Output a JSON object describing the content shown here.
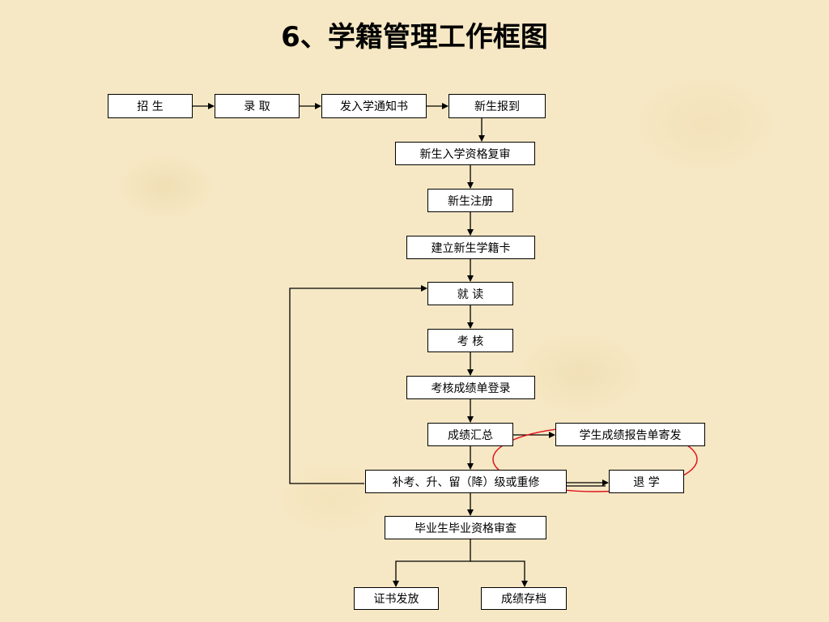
{
  "title": "6、学籍管理工作框图",
  "nodes": {
    "enroll": "招  生",
    "admit": "录  取",
    "notice": "发入学通知书",
    "report": "新生报到",
    "review": "新生入学资格复审",
    "register": "新生注册",
    "card": "建立新生学籍卡",
    "study": "就  读",
    "exam": "考  核",
    "grade_entry": "考核成绩单登录",
    "summary": "成绩汇总",
    "mail_report": "学生成绩报告单寄发",
    "makeup": "补考、升、留（降）级或重修",
    "withdraw": "退  学",
    "grad_check": "毕业生毕业资格审查",
    "certificate": "证书发放",
    "archive": "成绩存档"
  },
  "colors": {
    "background": "#f6e8c4",
    "box_fill": "#ffffff",
    "line": "#000000",
    "highlight_ellipse": "#e0141e"
  }
}
